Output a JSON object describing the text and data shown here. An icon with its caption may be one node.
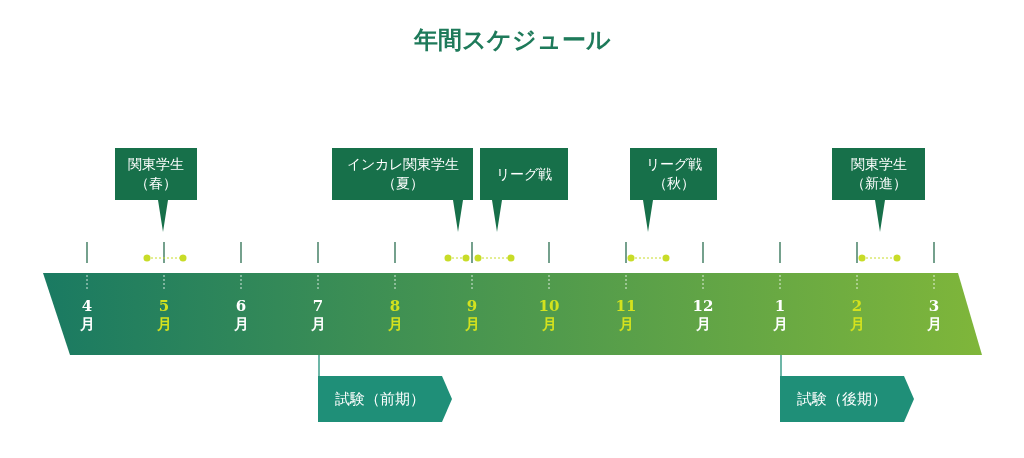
{
  "diagram": {
    "title": "年間スケジュール",
    "nodes": [
      {
        "text": [
          "4月",
          "5月",
          "6月",
          "7月",
          "8月",
          "9月",
          "10月",
          "11月",
          "12月",
          "1月",
          "2月",
          "3月"
        ]
      },
      {
        "text": [
          "関東学生（春）"
        ]
      },
      {
        "text": [
          "インカレ関東学生（夏）"
        ]
      },
      {
        "text": [
          "リーグ戦"
        ]
      },
      {
        "text": [
          "リーグ戦（秋）"
        ]
      },
      {
        "text": [
          "関東学生（新進）"
        ]
      },
      {
        "text": [
          "試験（前期）"
        ]
      },
      {
        "text": [
          "試験（後期）"
        ]
      }
    ],
    "edges": [
      {
        "from": 0,
        "to": 6,
        "arrow": "none"
      },
      {
        "from": 0,
        "to": 7,
        "arrow": "none"
      }
    ]
  }
}
